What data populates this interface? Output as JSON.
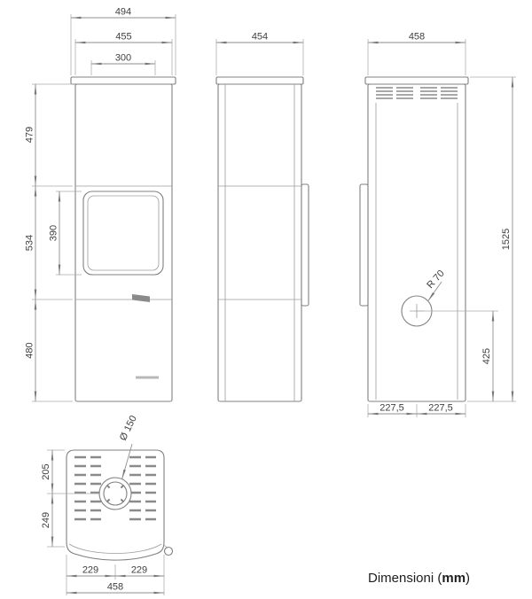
{
  "caption": {
    "prefix": "Dimensioni (",
    "unit": "mm",
    "suffix": ")"
  },
  "front_view": {
    "overall_width": "494",
    "body_width": "455",
    "top_vent_width": "300",
    "upper_section_height": "479",
    "middle_section_height": "534",
    "glass_height": "390",
    "lower_section_height": "480"
  },
  "side_view": {
    "depth": "454"
  },
  "back_view": {
    "body_width": "458",
    "total_height": "1525",
    "flue_center_from_floor": "425",
    "flue_radius": "R 70",
    "left_half_width": "227,5",
    "right_half_width": "227,5"
  },
  "top_view": {
    "flue_diameter": "Ø 150",
    "back_to_flue_center": "205",
    "flue_center_to_front": "249",
    "left_half_width": "229",
    "right_half_width": "229",
    "overall_width": "458"
  }
}
